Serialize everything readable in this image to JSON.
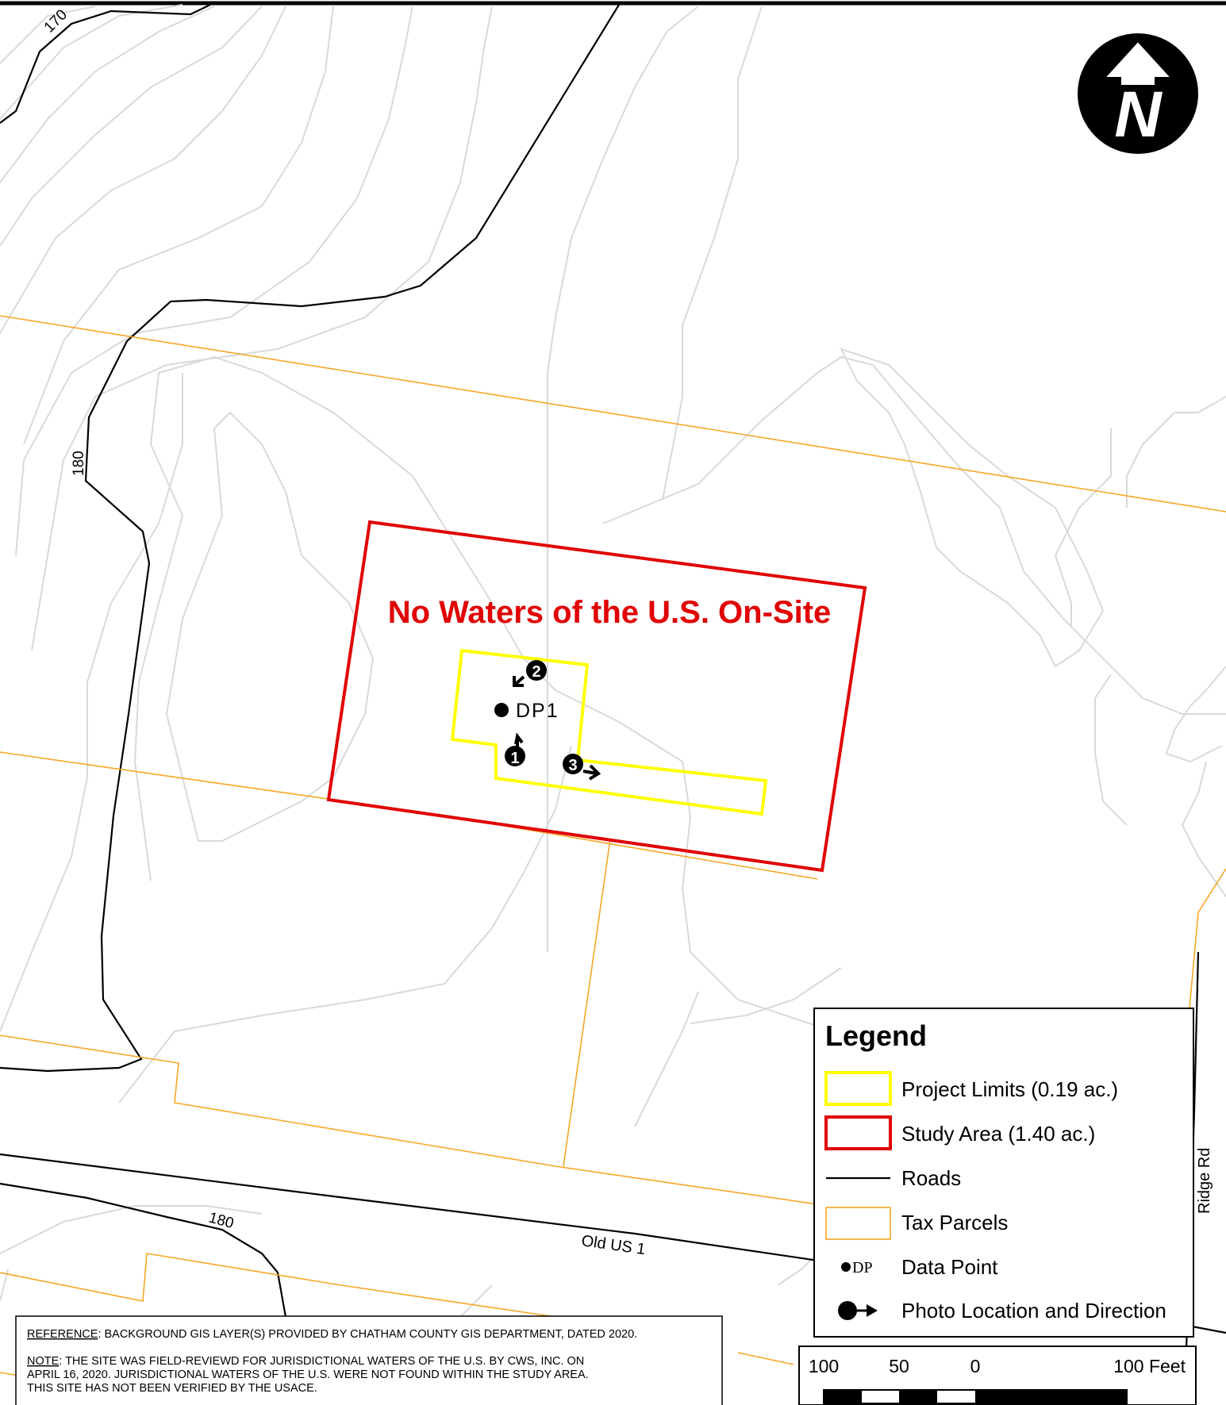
{
  "map": {
    "headline": "No Waters of the U.S. On-Site",
    "data_point_label": "DP1",
    "photo_points": [
      "1",
      "2",
      "3"
    ],
    "contour_labels": [
      "170",
      "180",
      "180"
    ],
    "road_labels": [
      "Old US 1",
      "Ridge Rd"
    ],
    "north_arrow_letter": "N"
  },
  "legend": {
    "title": "Legend",
    "items": [
      {
        "label": "Project Limits (0.19 ac.)",
        "symbol": "yellow-box"
      },
      {
        "label": "Study Area (1.40 ac.)",
        "symbol": "red-box"
      },
      {
        "label": "Roads",
        "symbol": "black-line"
      },
      {
        "label": "Tax Parcels",
        "symbol": "orange-box"
      },
      {
        "label": "Data Point",
        "symbol": "dot-dp",
        "symbol_text": "DP"
      },
      {
        "label": "Photo Location and Direction",
        "symbol": "dot-arrow"
      }
    ]
  },
  "scale_bar": {
    "ticks": [
      "100",
      "50",
      "0",
      "100 Feet"
    ]
  },
  "notes": {
    "reference_label": "REFERENCE",
    "reference_text": ":  BACKGROUND GIS LAYER(S) PROVIDED BY CHATHAM COUNTY GIS DEPARTMENT, DATED 2020.",
    "note_label": "NOTE",
    "note_line1": ":  THE SITE WAS FIELD-REVIEWD FOR JURISDICTIONAL WATERS OF THE U.S. BY CWS, INC. ON",
    "note_line2": "APRIL 16, 2020.  JURISDICTIONAL WATERS OF THE U.S. WERE NOT FOUND WITHIN THE STUDY AREA.",
    "note_line3": "THIS SITE HAS NOT BEEN VERIFIED BY THE USACE."
  },
  "colors": {
    "project_limits": "#FFFF00",
    "study_area": "#E00000",
    "tax_parcels": "#F5A623",
    "roads": "#000000",
    "contours": "#D9D9D9",
    "contour_index": "#000000"
  }
}
